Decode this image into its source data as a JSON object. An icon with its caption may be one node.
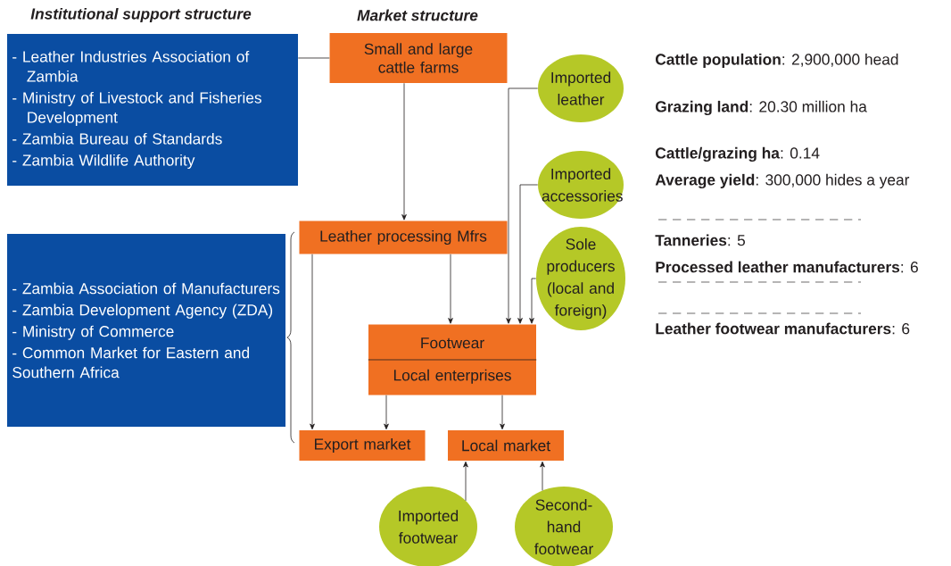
{
  "diagram": {
    "nodes": [
      {
        "text": [
          "- Leather Industries Association of Zambia",
          "- Ministry of Livestock and Fisheries Development",
          "- Zambia Bureau of Standards",
          "- Zambia Wildlife Authority"
        ]
      },
      {
        "text": [
          "- Zambia Association of Manufacturers",
          "- Zambia Development Agency (ZDA)",
          "- Ministry of Commerce",
          "- Common Market for Eastern and Southern Africa"
        ]
      },
      {
        "text": [
          "Small and large cattle farms"
        ]
      },
      {
        "text": [
          "Leather processing Mfrs"
        ]
      },
      {
        "text": [
          "Imported leather"
        ]
      },
      {
        "text": [
          "Imported accessories"
        ]
      },
      {
        "text": [
          "Sole producers (local and foreign)"
        ]
      },
      {
        "text": [
          "Footwear",
          "Local enterprises"
        ]
      },
      {
        "text": [
          "Export market"
        ]
      },
      {
        "text": [
          "Local market"
        ]
      },
      {
        "text": [
          "Imported footwear"
        ]
      },
      {
        "text": [
          "Second-hand footwear"
        ]
      }
    ],
    "edges": [
      {
        "from": 0,
        "to": 2,
        "arrow": "none"
      },
      {
        "from": 2,
        "to": 3,
        "arrow": "to"
      },
      {
        "from": 3,
        "to": 8,
        "arrow": "to"
      },
      {
        "from": 3,
        "to": 7,
        "arrow": "to"
      },
      {
        "from": 4,
        "to": 7,
        "arrow": "to"
      },
      {
        "from": 5,
        "to": 7,
        "arrow": "to"
      },
      {
        "from": 6,
        "to": 7,
        "arrow": "to"
      },
      {
        "from": 7,
        "to": 8,
        "arrow": "to"
      },
      {
        "from": 7,
        "to": 9,
        "arrow": "to"
      },
      {
        "from": 10,
        "to": 9,
        "arrow": "to"
      },
      {
        "from": 11,
        "to": 9,
        "arrow": "to"
      }
    ],
    "labels": [
      "Institutional support structure",
      "Market structure",
      "**Cattle population**: 2,900,000 head",
      "**Grazing land**: 20.30 million ha",
      "**Cattle/grazing ha**: 0.14",
      "**Average yield**: 300,000 hides a year",
      "**Tanneries**: 5",
      "**Processed leather manufacturers**: 6",
      "**Leather footwear manufacturers**: 6"
    ]
  }
}
